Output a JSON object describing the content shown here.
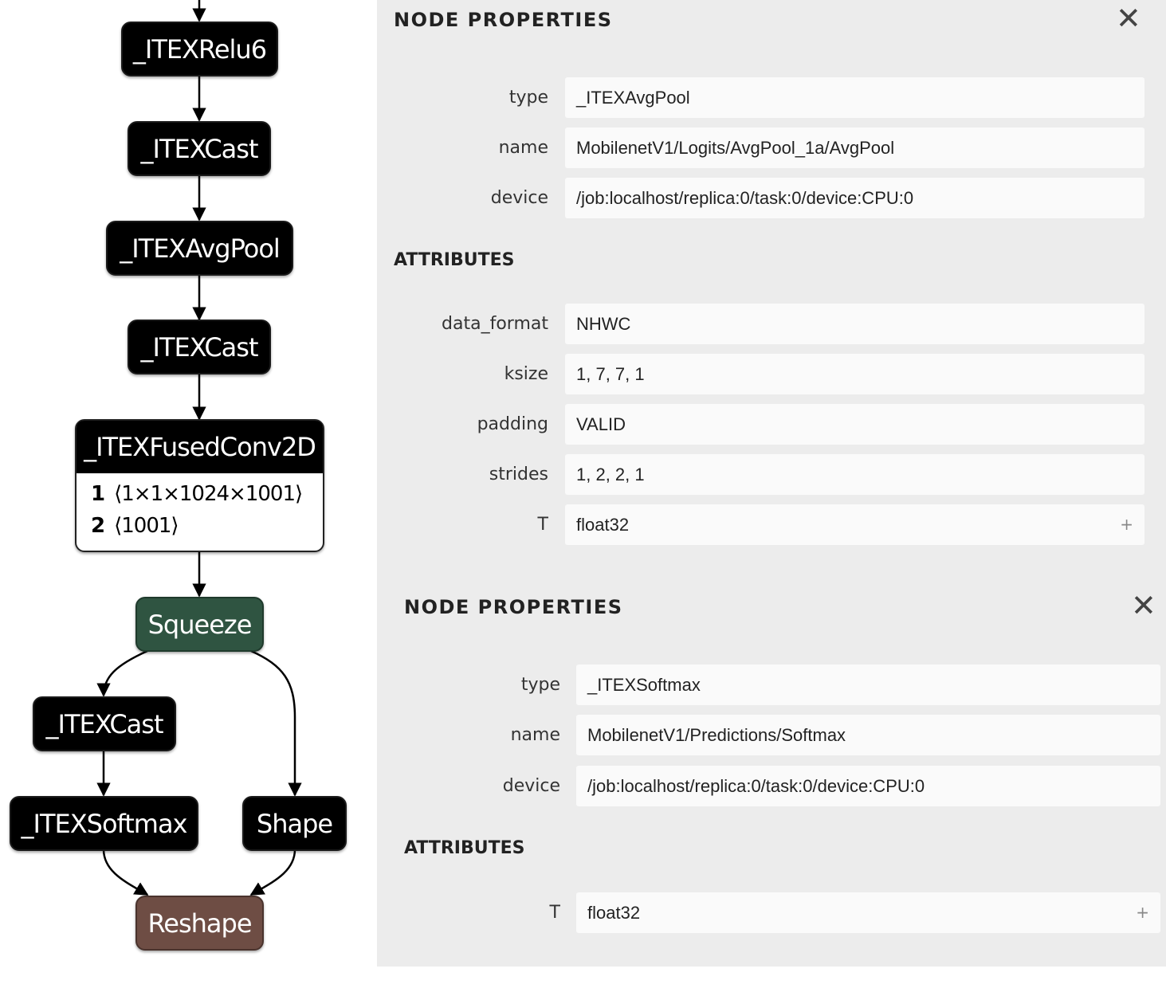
{
  "graph": {
    "nodes": {
      "relu6": "_ITEXRelu6",
      "cast1": "_ITEXCast",
      "avgpool": "_ITEXAvgPool",
      "cast2": "_ITEXCast",
      "fused_conv": {
        "title": "_ITEXFusedConv2D",
        "inputs": [
          {
            "index": "1",
            "shape": "⟨1×1×1024×1001⟩"
          },
          {
            "index": "2",
            "shape": "⟨1001⟩"
          }
        ]
      },
      "squeeze": "Squeeze",
      "cast3": "_ITEXCast",
      "softmax": "_ITEXSoftmax",
      "shape": "Shape",
      "reshape": "Reshape"
    },
    "colors": {
      "default_node": "#000000",
      "squeeze_node": "#2f5441",
      "reshape_node": "#6e4d44"
    }
  },
  "panel1": {
    "title": "NODE PROPERTIES",
    "close_icon": "close-icon",
    "properties": [
      {
        "label": "type",
        "value": "_ITEXAvgPool"
      },
      {
        "label": "name",
        "value": "MobilenetV1/Logits/AvgPool_1a/AvgPool"
      },
      {
        "label": "device",
        "value": "/job:localhost/replica:0/task:0/device:CPU:0"
      }
    ],
    "attributes_title": "ATTRIBUTES",
    "attributes": [
      {
        "label": "data_format",
        "value": "NHWC"
      },
      {
        "label": "ksize",
        "value": "1, 7, 7, 1"
      },
      {
        "label": "padding",
        "value": "VALID"
      },
      {
        "label": "strides",
        "value": "1, 2, 2, 1"
      },
      {
        "label": "T",
        "value": "float32",
        "expand": "+"
      }
    ]
  },
  "panel2": {
    "title": "NODE PROPERTIES",
    "close_icon": "close-icon",
    "properties": [
      {
        "label": "type",
        "value": "_ITEXSoftmax"
      },
      {
        "label": "name",
        "value": "MobilenetV1/Predictions/Softmax"
      },
      {
        "label": "device",
        "value": "/job:localhost/replica:0/task:0/device:CPU:0"
      }
    ],
    "attributes_title": "ATTRIBUTES",
    "attributes": [
      {
        "label": "T",
        "value": "float32",
        "expand": "+"
      }
    ]
  }
}
